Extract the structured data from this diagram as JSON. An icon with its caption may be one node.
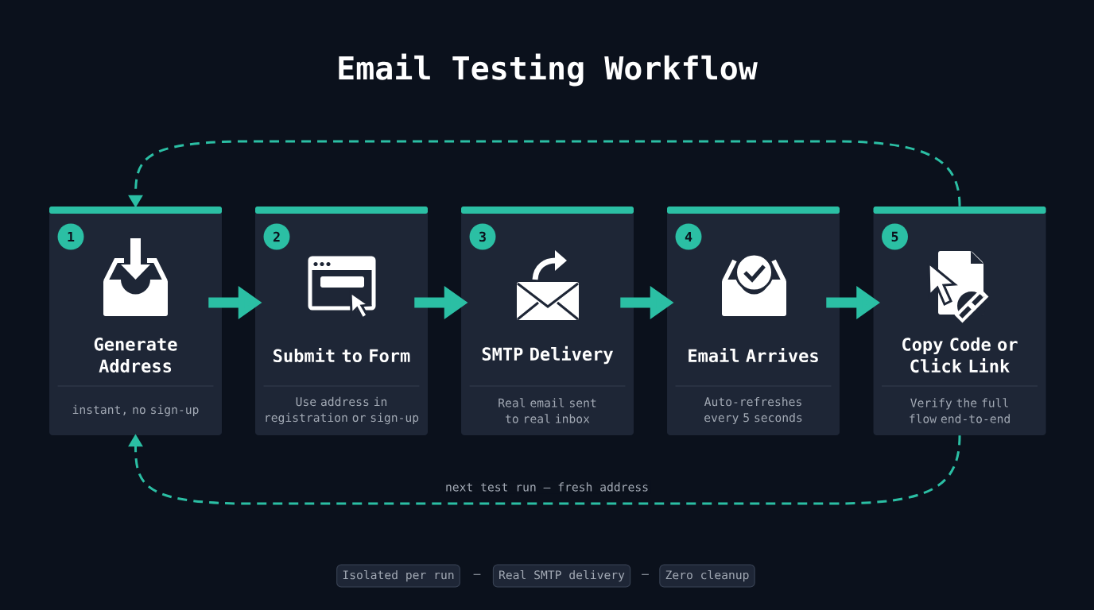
{
  "diagram": {
    "title": "Email Testing Workflow",
    "nodes": [
      {
        "text": [
          "1",
          "Generate Address",
          "instant, no sign-up"
        ]
      },
      {
        "text": [
          "2",
          "Submit to Form",
          "Use address in registration or sign-up"
        ]
      },
      {
        "text": [
          "3",
          "SMTP Delivery",
          "Real email sent to real inbox"
        ]
      },
      {
        "text": [
          "4",
          "Email Arrives",
          "Auto-refreshes every 5 seconds"
        ]
      },
      {
        "text": [
          "5",
          "Copy Code or Click Link",
          "Verify the full flow end-to-end"
        ]
      },
      {
        "text": [
          "Isolated per run"
        ]
      },
      {
        "text": [
          "Real SMTP delivery"
        ]
      },
      {
        "text": [
          "Zero cleanup"
        ]
      }
    ],
    "edges": [
      {
        "from": 0,
        "to": 1,
        "arrow": "to"
      },
      {
        "from": 1,
        "to": 2,
        "arrow": "to"
      },
      {
        "from": 2,
        "to": 3,
        "arrow": "to"
      },
      {
        "from": 3,
        "to": 4,
        "arrow": "to"
      },
      {
        "from": 4,
        "to": 0,
        "arrow": "to",
        "style": "dashed"
      },
      {
        "from": 4,
        "to": 0,
        "arrow": "to",
        "style": "dashed",
        "label": "next test run — fresh address"
      }
    ],
    "labels": [
      "—",
      "—"
    ]
  }
}
